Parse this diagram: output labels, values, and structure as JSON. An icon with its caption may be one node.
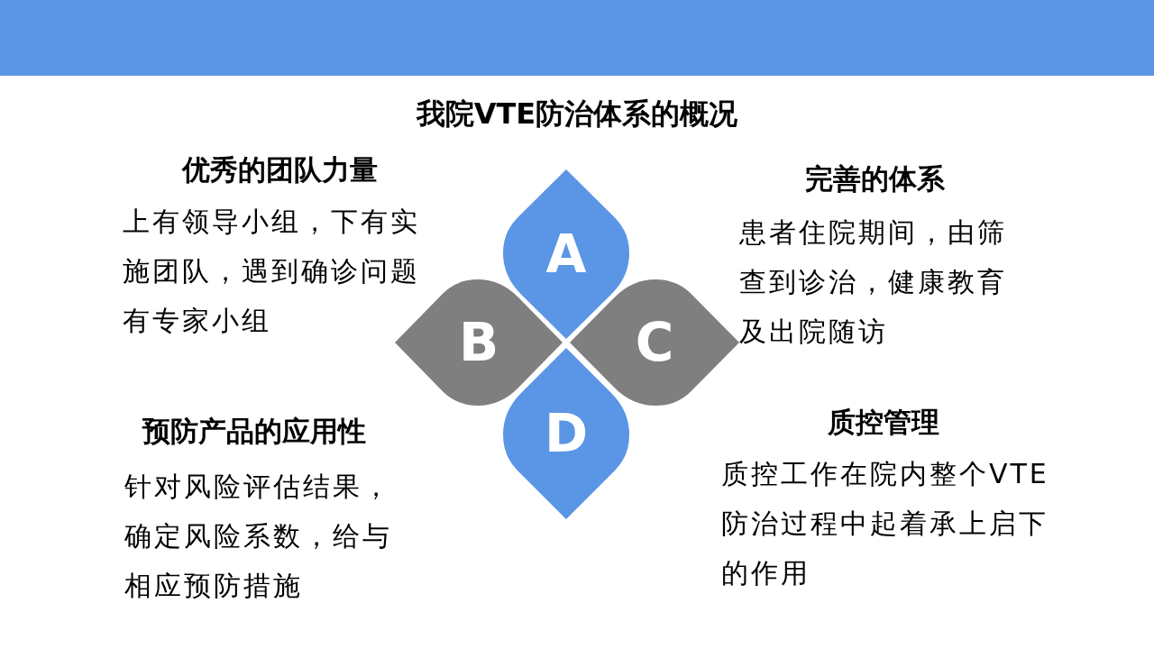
{
  "diagram": {
    "title": "我院VTE防治体系的概况",
    "nodes": [
      {
        "text": [
          "A"
        ]
      },
      {
        "text": [
          "B"
        ]
      },
      {
        "text": [
          "C"
        ]
      },
      {
        "text": [
          "D"
        ]
      }
    ],
    "labels": [
      "优秀的团队力量",
      "上有领导小组，下有实施团队，遇到确诊问题有专家小组",
      "完善的体系",
      "患者住院期间，由筛查到诊治，健康教育及出院随访",
      "预防产品的应用性",
      "针对风险评估结果，确定风险系数，给与相应预防措施",
      "质控管理",
      "质控工作在院内整个VTE防治过程中起着承上启下的作用"
    ]
  }
}
